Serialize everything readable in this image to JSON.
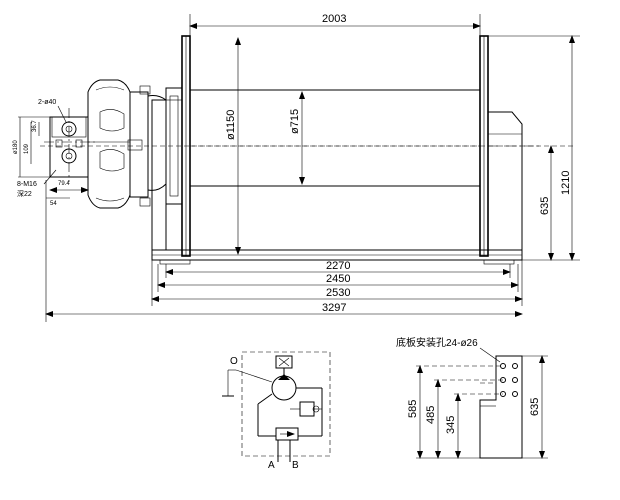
{
  "main_view": {
    "drum_length": "2003",
    "flange_dia": "ø1150",
    "drum_dia": "ø715",
    "center_height": "635",
    "total_height": "1210",
    "base_inner_len": "2270",
    "base_mid_len": "2450",
    "base_outer_len": "2530",
    "overall_len": "3297"
  },
  "motor_flange": {
    "port_holes": "2-ø40",
    "dim_a": "36.7",
    "dim_b": "ø180",
    "dim_c": "109",
    "bolt_holes": "8-M16",
    "depth_label": "深22",
    "dim_d": "79.4",
    "dim_e": "54"
  },
  "hydraulic": {
    "port_o": "O",
    "port_a": "A",
    "port_b": "B"
  },
  "base_view": {
    "mounting_holes": "底板安装孔24-ø26",
    "h1": "585",
    "h2": "485",
    "h3": "345",
    "h4": "635"
  }
}
